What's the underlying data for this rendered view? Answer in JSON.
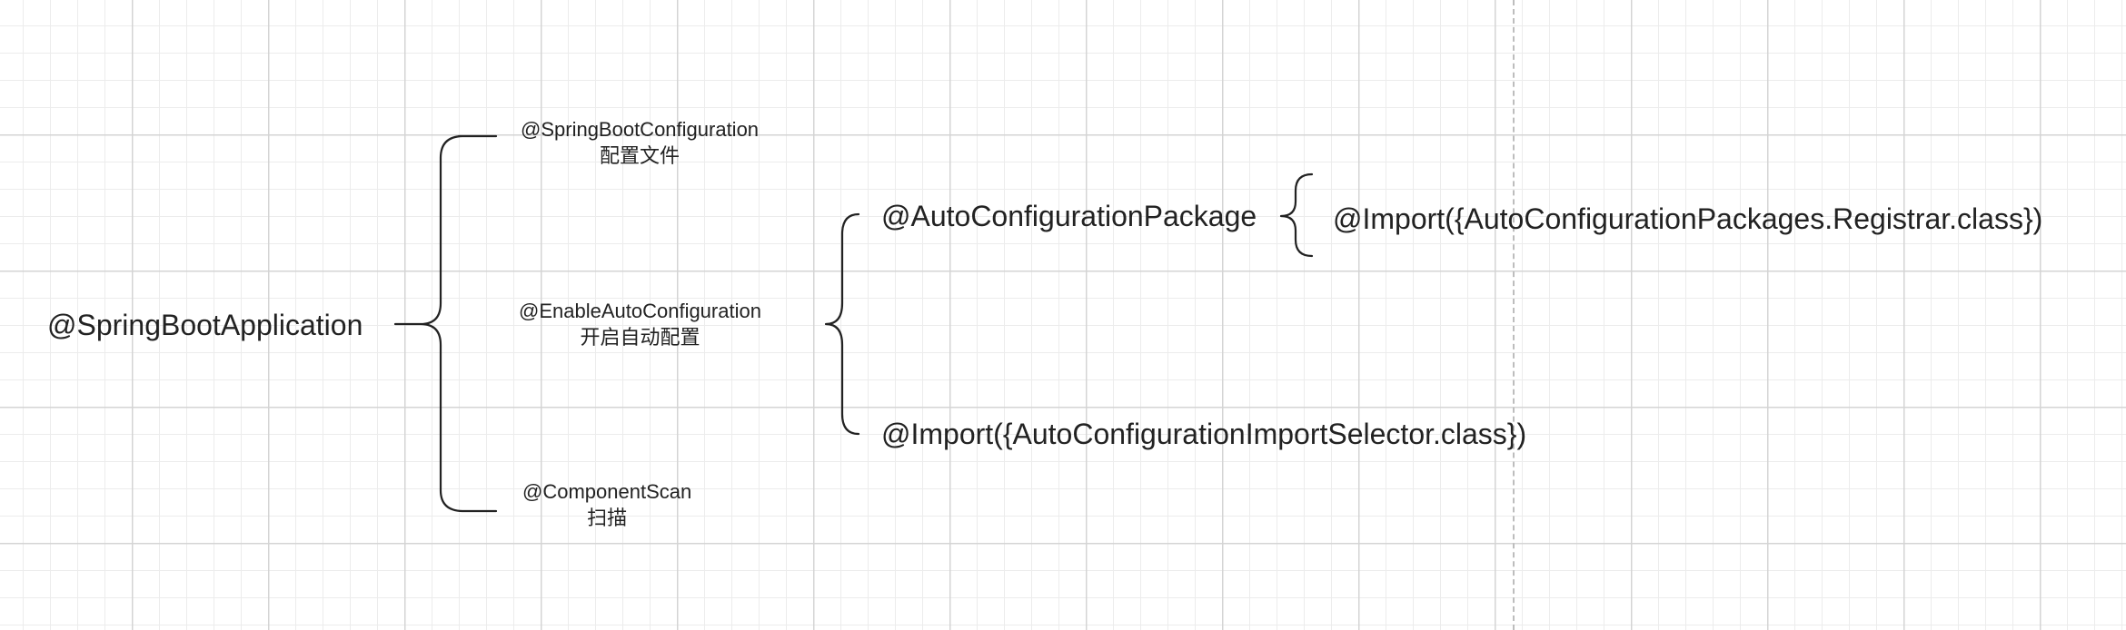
{
  "diagram": {
    "root": {
      "label": "@SpringBootApplication"
    },
    "level1": [
      {
        "name": "@SpringBootConfiguration",
        "desc": "配置文件"
      },
      {
        "name": "@EnableAutoConfiguration",
        "desc": "开启自动配置"
      },
      {
        "name": "@ComponentScan",
        "desc": "扫描"
      }
    ],
    "level2": [
      {
        "label": "@AutoConfigurationPackage"
      },
      {
        "label": "@Import({AutoConfigurationImportSelector.class})"
      }
    ],
    "level3": [
      {
        "label": "@Import({AutoConfigurationPackages.Registrar.class})"
      }
    ]
  }
}
